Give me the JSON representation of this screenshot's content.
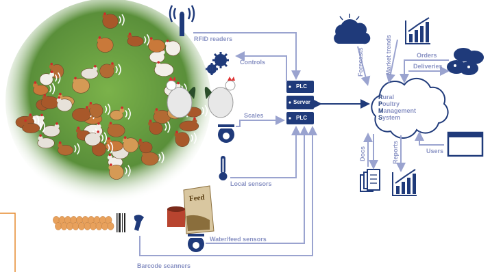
{
  "colors": {
    "arrow": "#9aa3cf",
    "icon_dark": "#1f3a7a",
    "orange_frame": "#e68a2e",
    "label": "#8a93c4"
  },
  "labels": {
    "rfid_readers": "RFID readers",
    "controls": "Controls",
    "scales": "Scales",
    "local_sensors": "Local sensors",
    "water_feed_sensors": "Water/feed sensors",
    "barcode_scanners": "Barcode scanners",
    "forecasts": "Forecasts",
    "market_trends": "Market trends",
    "orders": "Orders",
    "deliveries": "Deliveries",
    "docs": "Docs",
    "reports": "Reports",
    "users": "Users"
  },
  "server_stack": [
    "PLC",
    "Server",
    "PLC"
  ],
  "rpms": {
    "line1_initial": "R",
    "line1_rest": "ural",
    "line2_initial": "P",
    "line2_rest": "oultry",
    "line3_initial": "M",
    "line3_rest": "anagement",
    "line4_initial": "S",
    "line4_rest": "ystem"
  },
  "feed_bag_text": "Feed",
  "icons": [
    "rfid-antenna-icon",
    "gears-icon",
    "rooster-icon",
    "scale-icon",
    "thermometer-icon",
    "feed-bag-icon",
    "barcode-scanner-icon",
    "cloud-icon",
    "chart-icon",
    "cows-icon",
    "documents-icon",
    "browser-window-icon",
    "server-rack-icon",
    "chicken-flock-image"
  ]
}
